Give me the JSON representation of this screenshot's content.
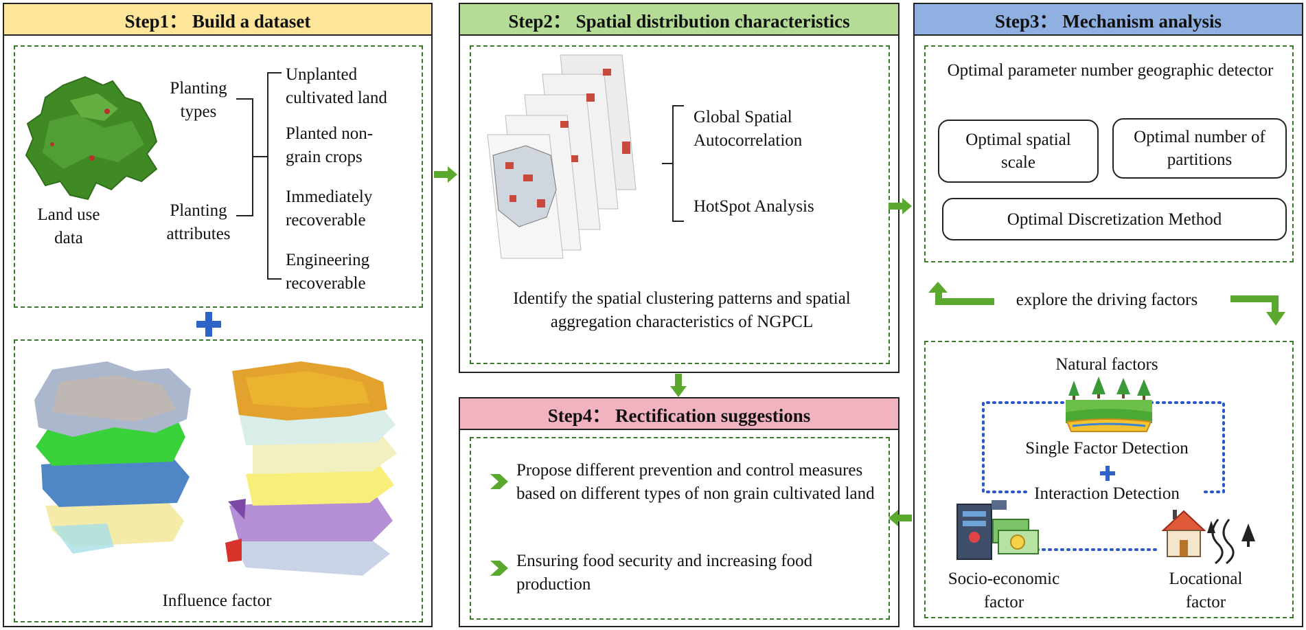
{
  "colors": {
    "step1_header": "#fde59a",
    "step2_header": "#b4dc96",
    "step3_header": "#8fb0e0",
    "step4_header": "#f2b3c1",
    "arrow_green": "#5aa82e",
    "dash_green": "#3a7a2a",
    "plus_blue": "#2e64c8",
    "dot_blue": "#2a58c8"
  },
  "step1": {
    "title": "Step1： Build a dataset",
    "land_use_label": "Land use data",
    "planting_types": "Planting types",
    "planting_attributes": "Planting attributes",
    "items": [
      "Unplanted cultivated land",
      "Planted non-grain crops",
      "Immediately recoverable",
      "Engineering recoverable"
    ],
    "influence_label": "Influence factor"
  },
  "step2": {
    "title": "Step2： Spatial distribution characteristics",
    "methods": [
      "Global Spatial Autocorrelation",
      "HotSpot Analysis"
    ],
    "description": "Identify the spatial clustering patterns and spatial aggregation characteristics of NGPCL"
  },
  "step3": {
    "title": "Step3： Mechanism analysis",
    "detector_title": "Optimal parameter number geographic detector",
    "boxes": [
      "Optimal spatial scale",
      "Optimal number of partitions",
      "Optimal Discretization Method"
    ],
    "explore_label": "explore the driving factors",
    "natural": "Natural factors",
    "single": "Single Factor Detection",
    "interaction": "Interaction Detection",
    "socio": "Socio-economic factor",
    "locational": "Locational factor"
  },
  "step4": {
    "title": "Step4： Rectification suggestions",
    "items": [
      "Propose different prevention and control measures based on different types of non grain cultivated land",
      "Ensuring food security and increasing food production"
    ]
  }
}
